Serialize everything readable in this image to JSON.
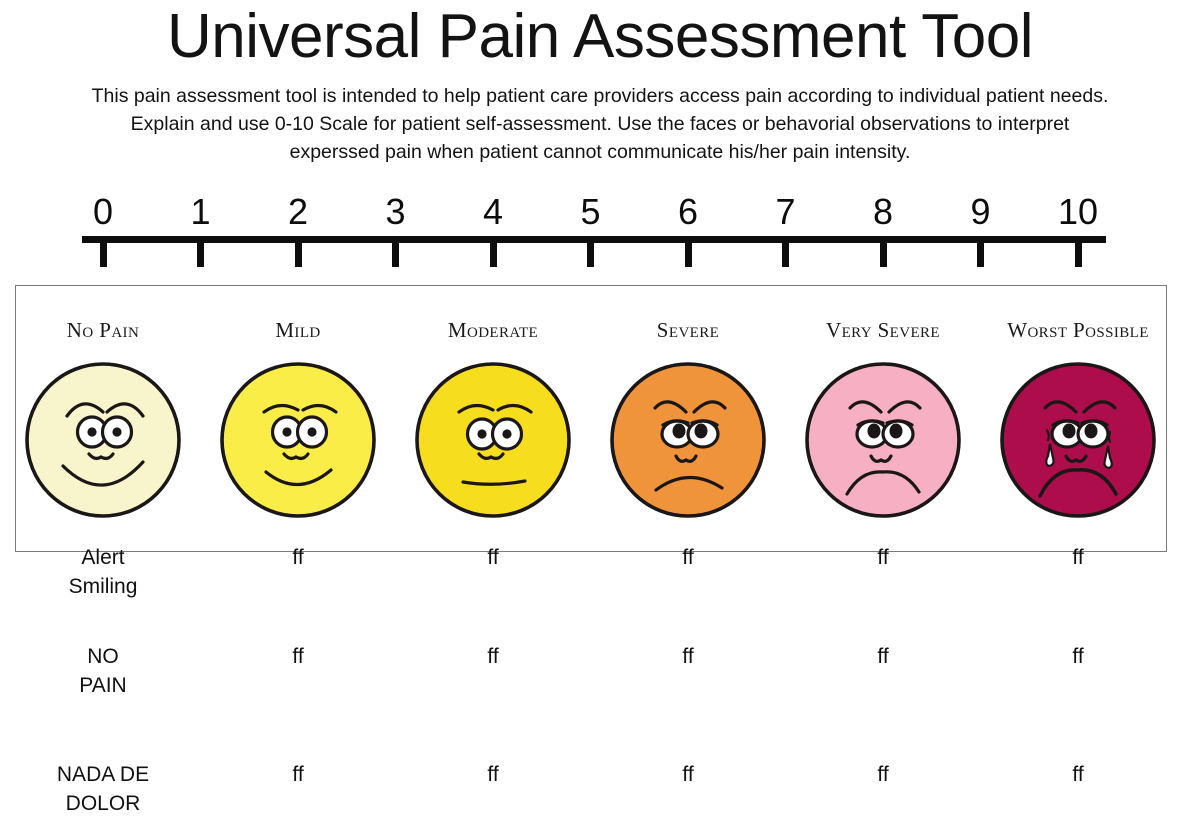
{
  "header": {
    "title": "Universal Pain Assessment Tool",
    "description_lines": [
      "This pain assessment tool is intended to help patient care providers access pain according to individual patient needs.",
      "Explain and use 0-10 Scale for patient self-assessment.  Use the faces or behavorial observations to interpret",
      "experssed pain when patient cannot communicate his/her pain intensity."
    ]
  },
  "scale": {
    "numbers": [
      "0",
      "1",
      "2",
      "3",
      "4",
      "5",
      "6",
      "7",
      "8",
      "9",
      "10"
    ],
    "min": 0,
    "max": 10
  },
  "faces": [
    {
      "label": "No Pain",
      "value": 0,
      "color": "#f8f4cb",
      "expression": "big-smile",
      "tears": false
    },
    {
      "label": "Mild",
      "value": 2,
      "color": "#fbed47",
      "expression": "smile",
      "tears": false
    },
    {
      "label": "Moderate",
      "value": 4,
      "color": "#f6dd1e",
      "expression": "neutral",
      "tears": false
    },
    {
      "label": "Severe",
      "value": 6,
      "color": "#f0943c",
      "expression": "frown",
      "tears": false
    },
    {
      "label": "Very Severe",
      "value": 8,
      "color": "#f7afc3",
      "expression": "deep-frown",
      "tears": false
    },
    {
      "label": "Worst Possible",
      "value": 10,
      "color": "#ad0d4a",
      "expression": "crying-frown",
      "tears": true
    }
  ],
  "behavior_rows": [
    {
      "label_line1": "Alert",
      "label_line2": "Smiling",
      "marks_line1": [
        "f",
        "f",
        "f",
        "f",
        "f"
      ],
      "marks_line2": [
        "f",
        "f",
        "f",
        "f",
        "f"
      ]
    },
    {
      "label_line1": "NO",
      "label_line2": "PAIN",
      "marks_line1": [
        "f",
        "f",
        "f",
        "f",
        "f"
      ],
      "marks_line2": [
        "f",
        "f",
        "f",
        "f",
        "f"
      ]
    },
    {
      "label_line1": "NADA DE",
      "label_line2": "DOLOR",
      "marks_line1": [
        "f",
        "f",
        "f",
        "f",
        "f"
      ],
      "marks_line2": [
        "f",
        "f",
        "f",
        "f",
        "f"
      ]
    }
  ],
  "colors": {
    "ink": "#0d0d0d",
    "box_border": "#7a7a7a",
    "background": "#ffffff"
  }
}
